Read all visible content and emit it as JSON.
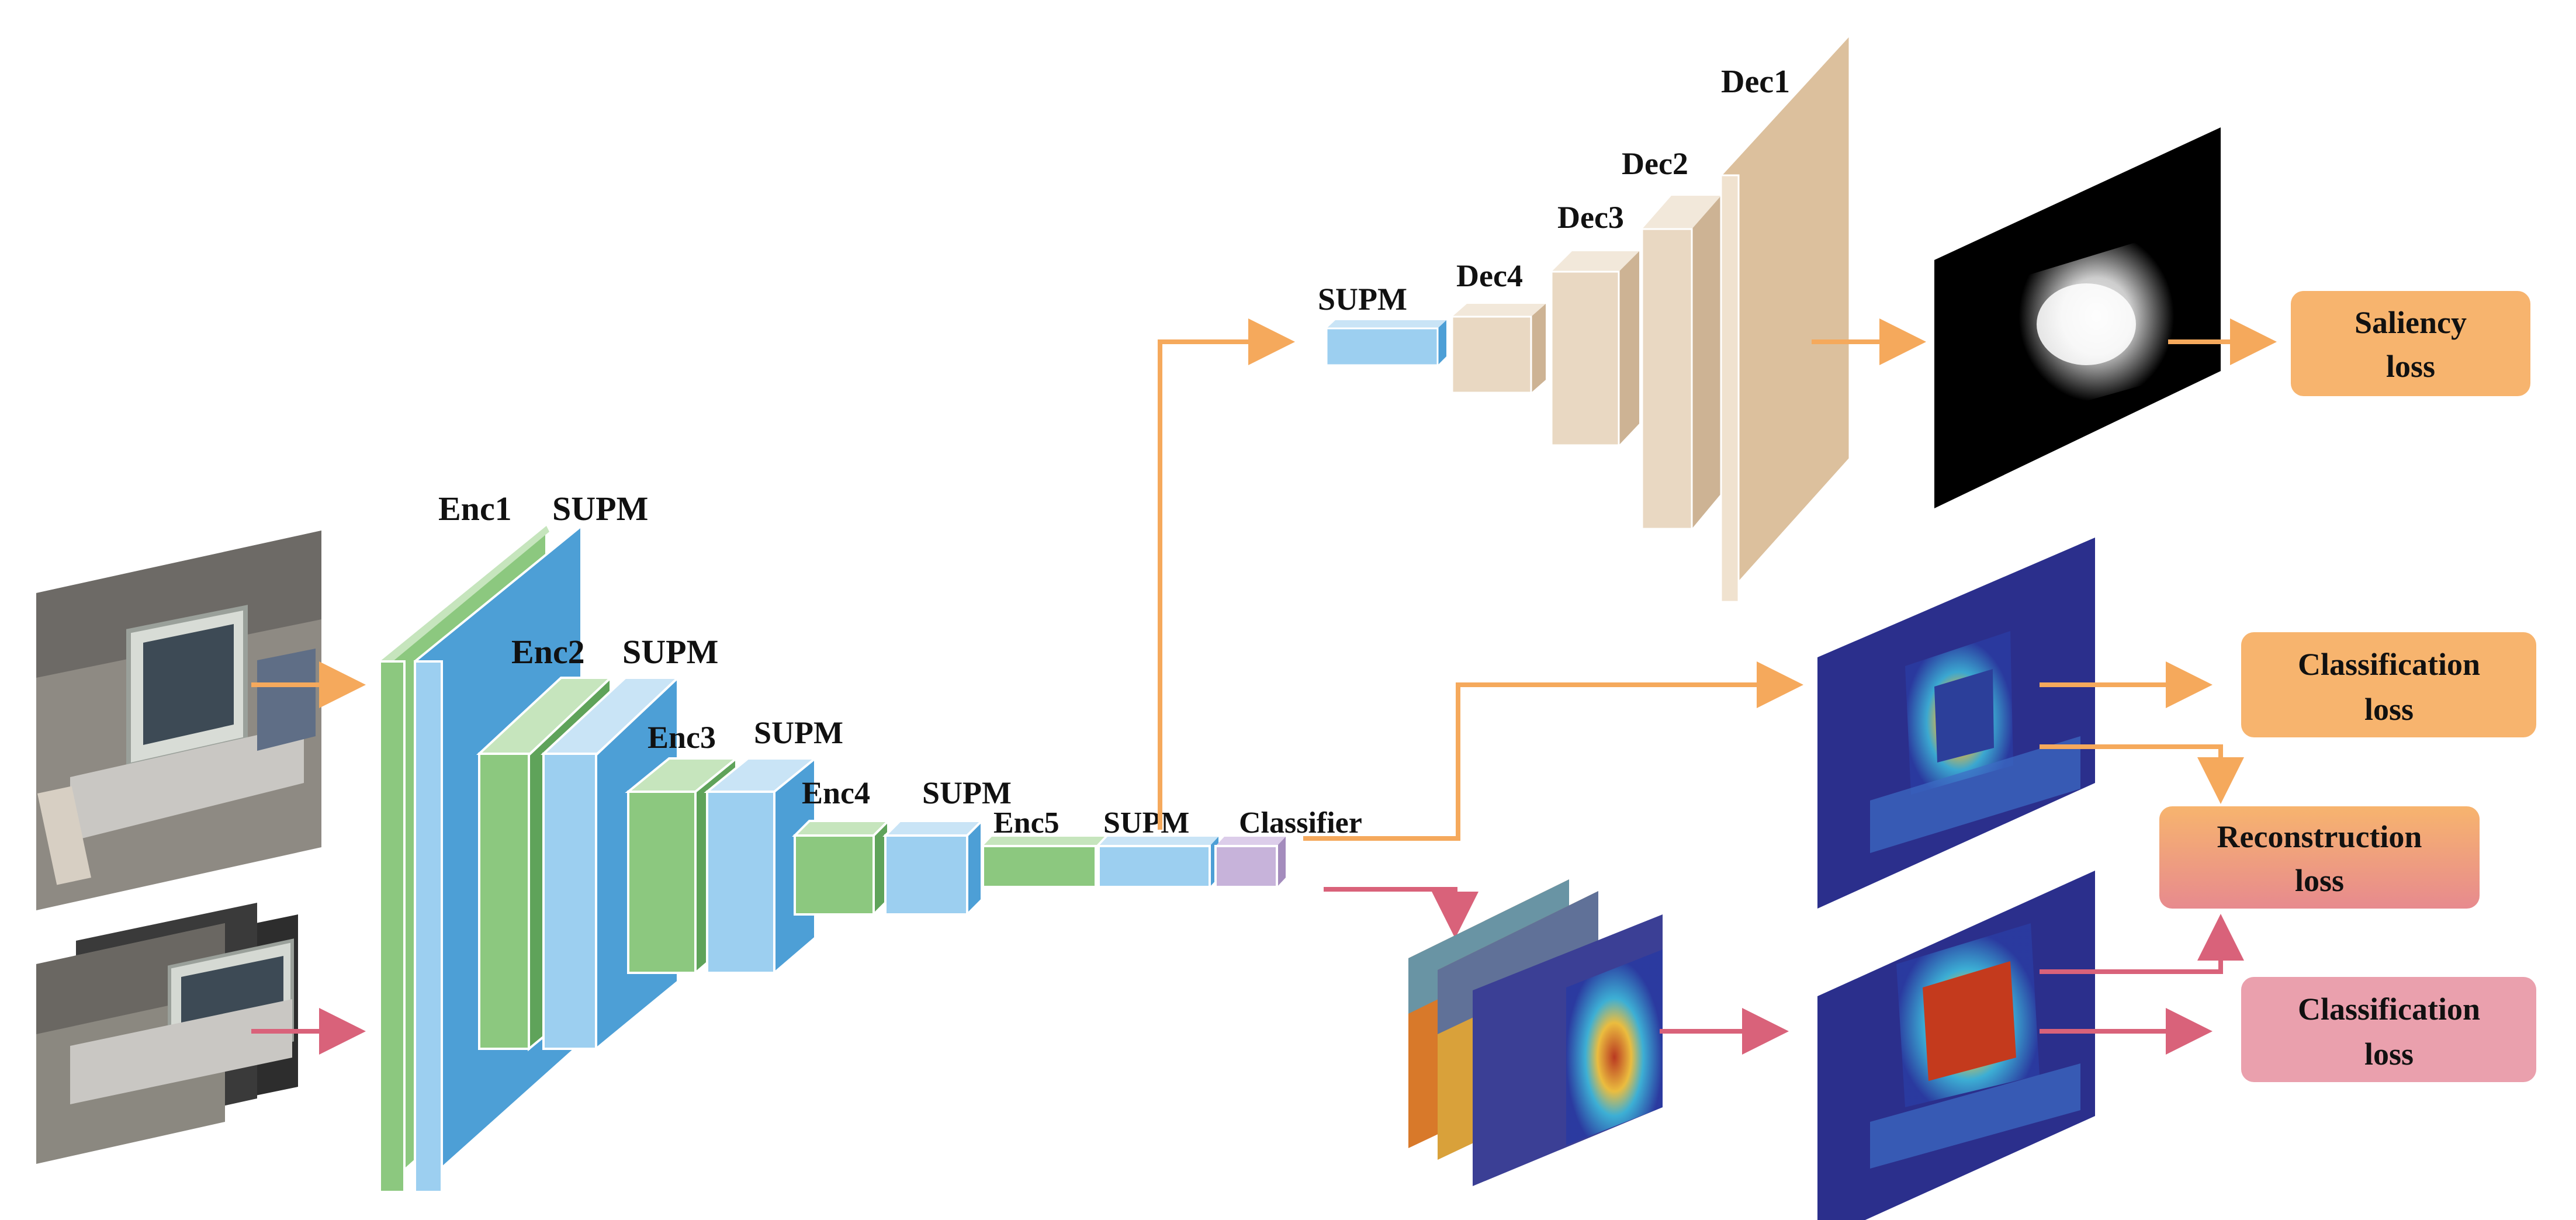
{
  "labels": {
    "enc1": "Enc1",
    "enc1_supm": "SUPM",
    "enc2": "Enc2",
    "enc2_supm": "SUPM",
    "enc3": "Enc3",
    "enc3_supm": "SUPM",
    "enc4": "Enc4",
    "enc4_supm": "SUPM",
    "enc5": "Enc5",
    "enc5_supm": "SUPM",
    "classifier": "Classifier",
    "dec_supm": "SUPM",
    "dec1": "Dec1",
    "dec2": "Dec2",
    "dec3": "Dec3",
    "dec4": "Dec4"
  },
  "losses": {
    "saliency": [
      "Saliency",
      "loss"
    ],
    "classification_top": [
      "Classification",
      "loss"
    ],
    "reconstruction": [
      "Reconstruction",
      "loss"
    ],
    "classification_bottom": [
      "Classification",
      "loss"
    ]
  },
  "colors": {
    "enc_green_front": "#8cc87f",
    "enc_green_light": "#c6e5bd",
    "supm_blue_front": "#9ccff0",
    "supm_blue_side": "#4d9fd6",
    "dec_front": "#e9d8c2",
    "dec_side": "#cdb394",
    "classifier": "#c7b3da",
    "arrow_orange": "#f5a95c",
    "arrow_pink": "#d9627a",
    "loss_orange": "#f7b46e",
    "loss_pink": "#eaa0ad"
  }
}
